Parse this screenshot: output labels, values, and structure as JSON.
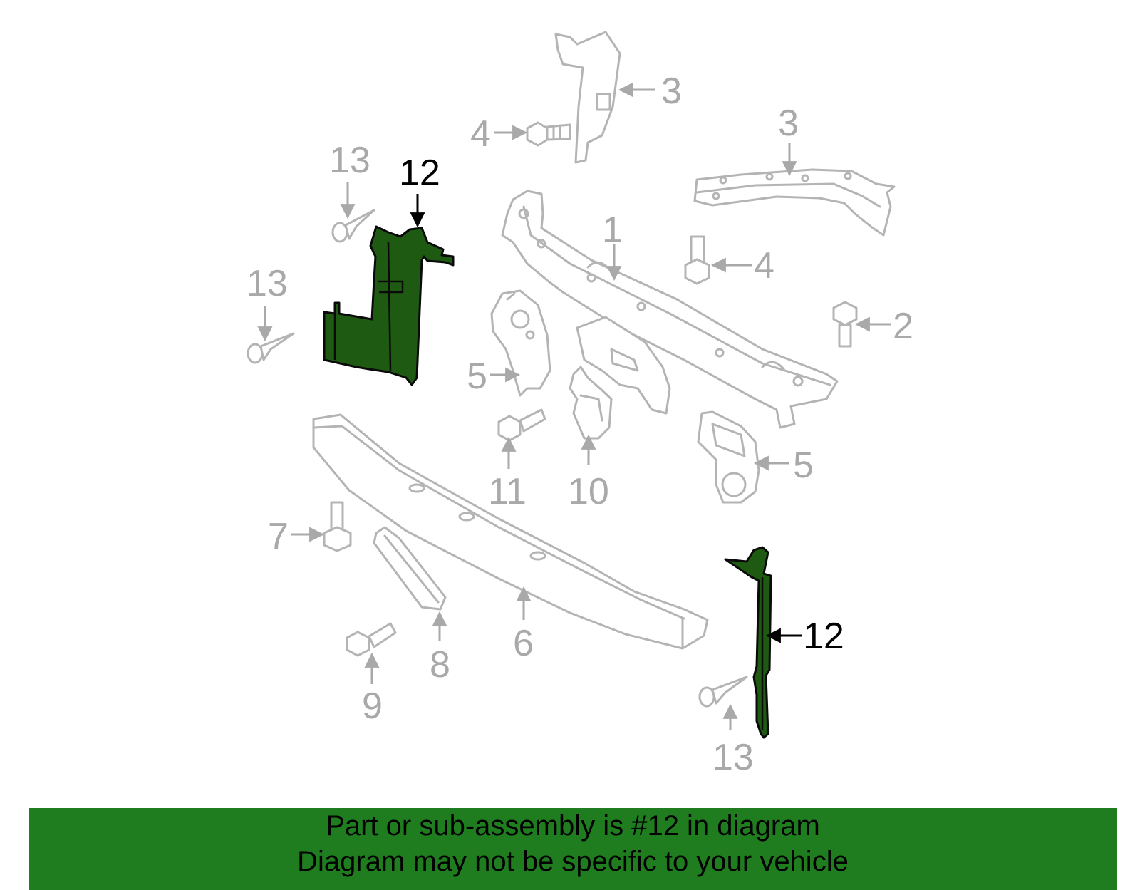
{
  "colors": {
    "highlight": "#1f5a12",
    "banner": "#1f7d1f",
    "outline": "#b4b4b4"
  },
  "callouts": {
    "c1": "1",
    "c2": "2",
    "c3a": "3",
    "c3b": "3",
    "c4a": "4",
    "c4b": "4",
    "c5a": "5",
    "c5b": "5",
    "c6": "6",
    "c7": "7",
    "c8": "8",
    "c9": "9",
    "c10": "10",
    "c11": "11",
    "c12a": "12",
    "c12b": "12",
    "c13a": "13",
    "c13b": "13",
    "c13c": "13"
  },
  "banner": {
    "line1": "Part or sub-assembly is #12 in diagram",
    "line2": "Diagram may not be specific to your vehicle"
  }
}
